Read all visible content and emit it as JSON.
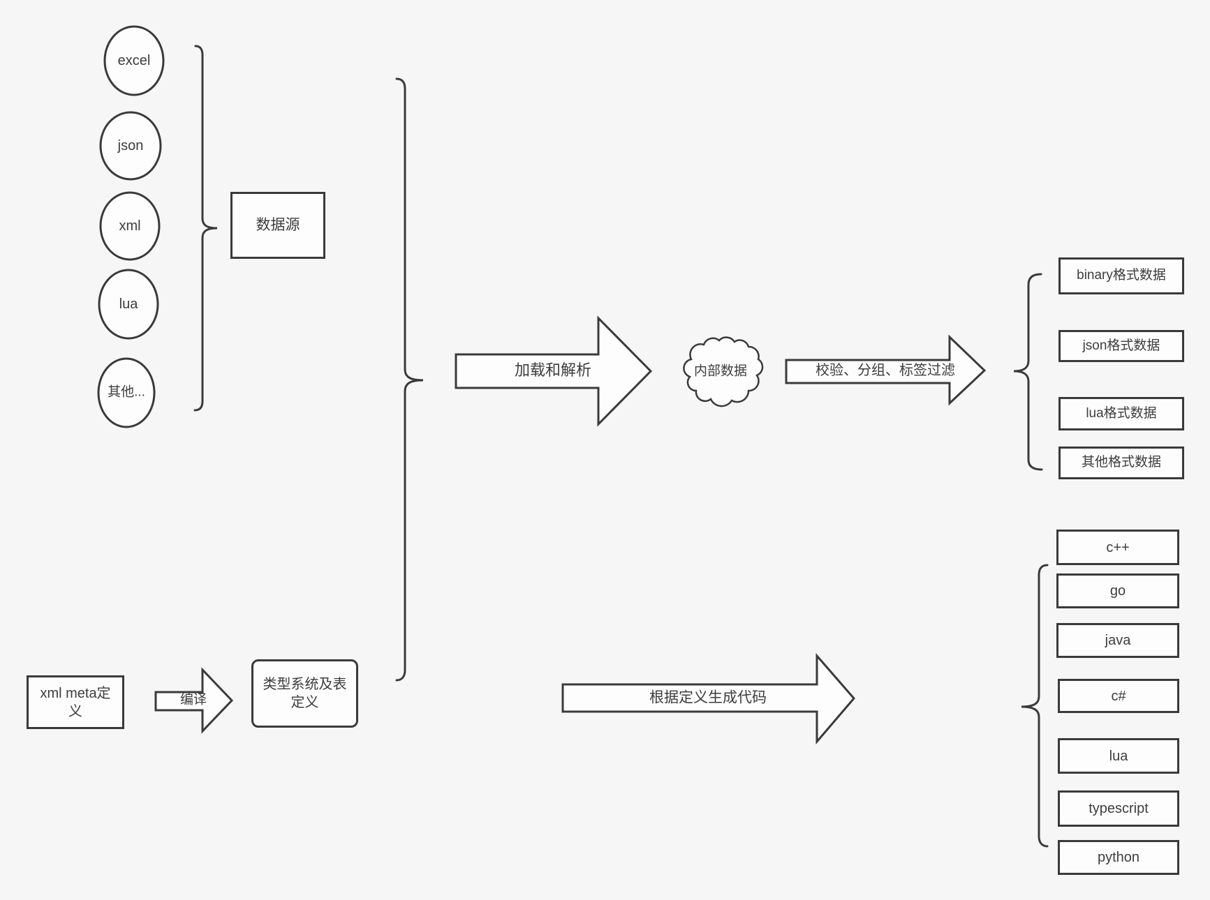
{
  "canvas": {
    "bg": "#f6f6f6",
    "stroke": "#3a3a3a",
    "fill": "#fdfdfd",
    "text": "#3d3d3d"
  },
  "sources": {
    "group_label": "数据源",
    "items": [
      {
        "label": "excel"
      },
      {
        "label": "json"
      },
      {
        "label": "xml"
      },
      {
        "label": "lua"
      },
      {
        "label": "其他..."
      }
    ]
  },
  "pipeline": {
    "load_arrow_label": "加载和解析",
    "cloud_label": "内部数据",
    "filter_arrow_label": "校验、分组、标签过滤",
    "codegen_arrow_label": "根据定义生成代码",
    "compile_arrow_label": "编译"
  },
  "definitions": {
    "xml_meta_label": "xml meta定义",
    "type_system_label": "类型系统及表定义"
  },
  "output_formats": {
    "items": [
      {
        "label": "binary格式数据"
      },
      {
        "label": "json格式数据"
      },
      {
        "label": "lua格式数据"
      },
      {
        "label": "其他格式数据"
      }
    ]
  },
  "languages": {
    "items": [
      {
        "label": "c++"
      },
      {
        "label": "go"
      },
      {
        "label": "java"
      },
      {
        "label": "c#"
      },
      {
        "label": "lua"
      },
      {
        "label": "typescript"
      },
      {
        "label": "python"
      }
    ]
  }
}
